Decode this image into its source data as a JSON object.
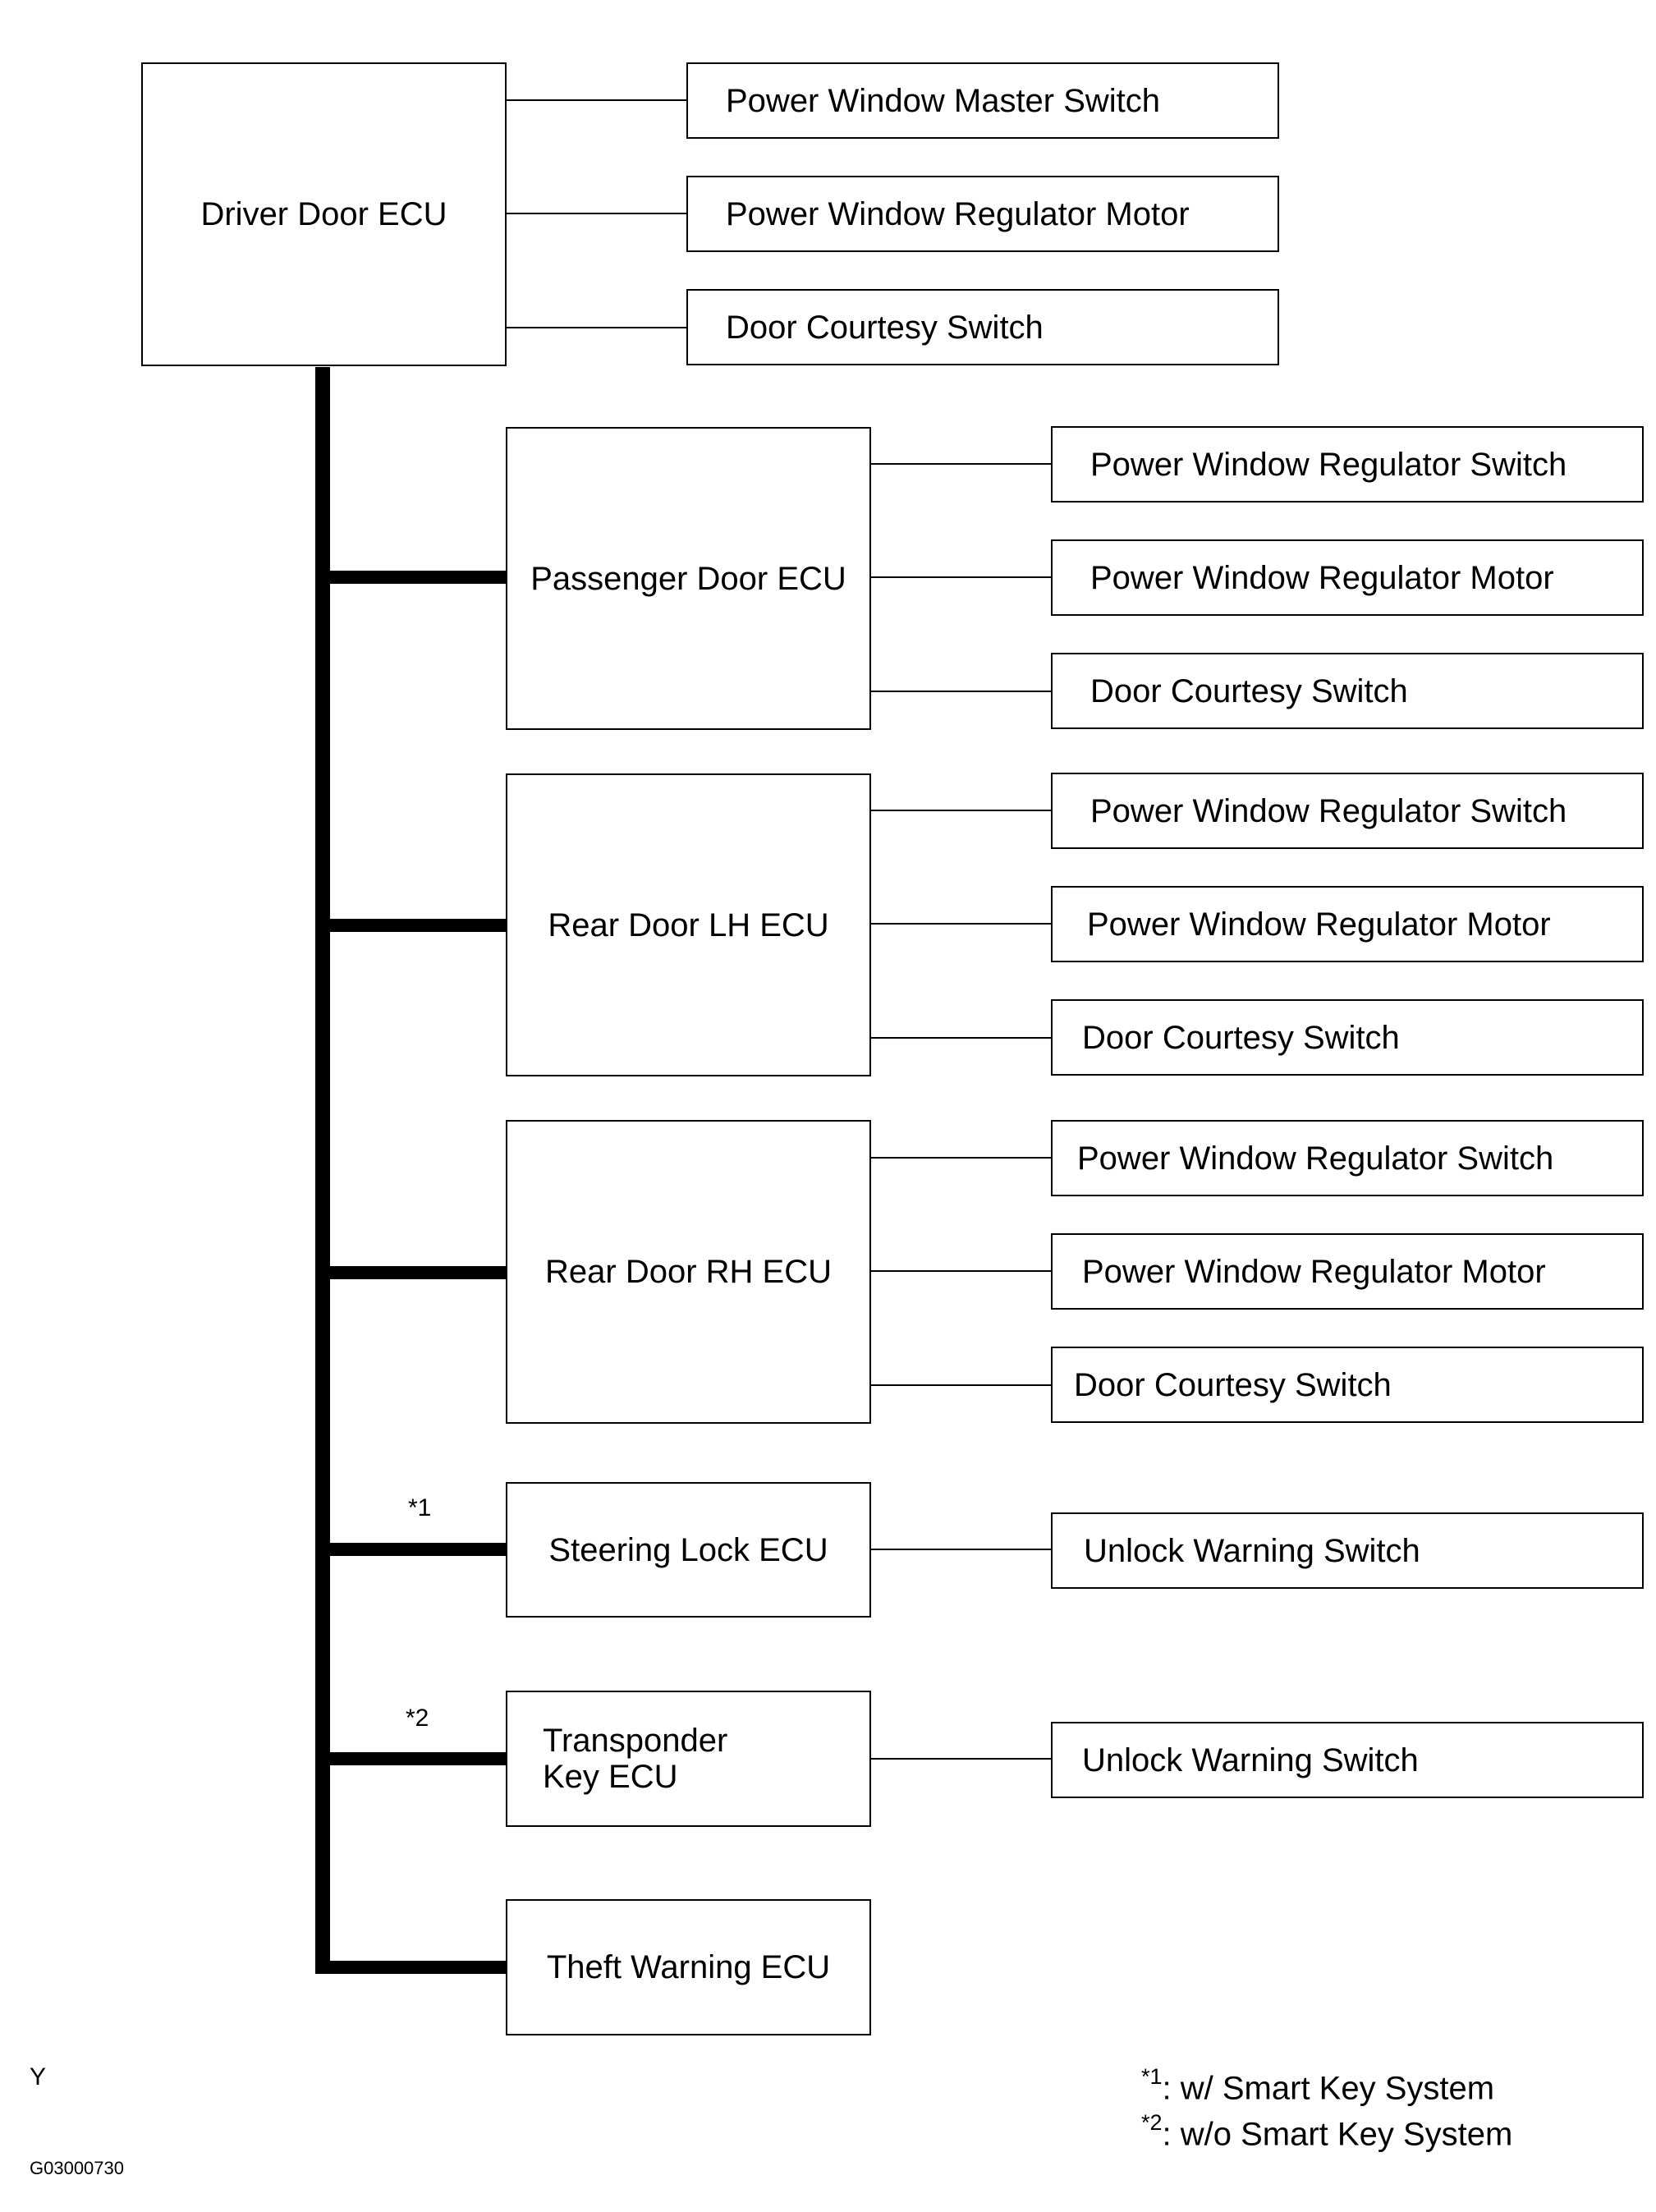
{
  "ecus": {
    "driver": "Driver Door ECU",
    "passenger": "Passenger Door ECU",
    "rear_lh": "Rear Door LH ECU",
    "rear_rh": "Rear Door RH ECU",
    "steering_lock": "Steering Lock ECU",
    "transponder": "Transponder\nKey ECU",
    "theft_warning": "Theft Warning ECU"
  },
  "components": {
    "driver": [
      "Power Window Master Switch",
      "Power Window Regulator Motor",
      "Door Courtesy Switch"
    ],
    "passenger": [
      "Power Window Regulator Switch",
      "Power Window Regulator Motor",
      "Door Courtesy Switch"
    ],
    "rear_lh": [
      "Power Window Regulator Switch",
      "Power Window Regulator Motor",
      "Door Courtesy Switch"
    ],
    "rear_rh": [
      "Power Window Regulator Switch",
      "Power Window Regulator Motor",
      "Door Courtesy Switch"
    ],
    "steering_lock": [
      "Unlock Warning Switch"
    ],
    "transponder": [
      "Unlock Warning Switch"
    ]
  },
  "markers": {
    "steering_lock": "*1",
    "transponder": "*2"
  },
  "legend": [
    {
      "mark": "*1",
      "text": ": w/ Smart Key System"
    },
    {
      "mark": "*2",
      "text": ": w/o Smart Key System"
    }
  ],
  "corner_code": "Y",
  "figure_code": "G03000730"
}
